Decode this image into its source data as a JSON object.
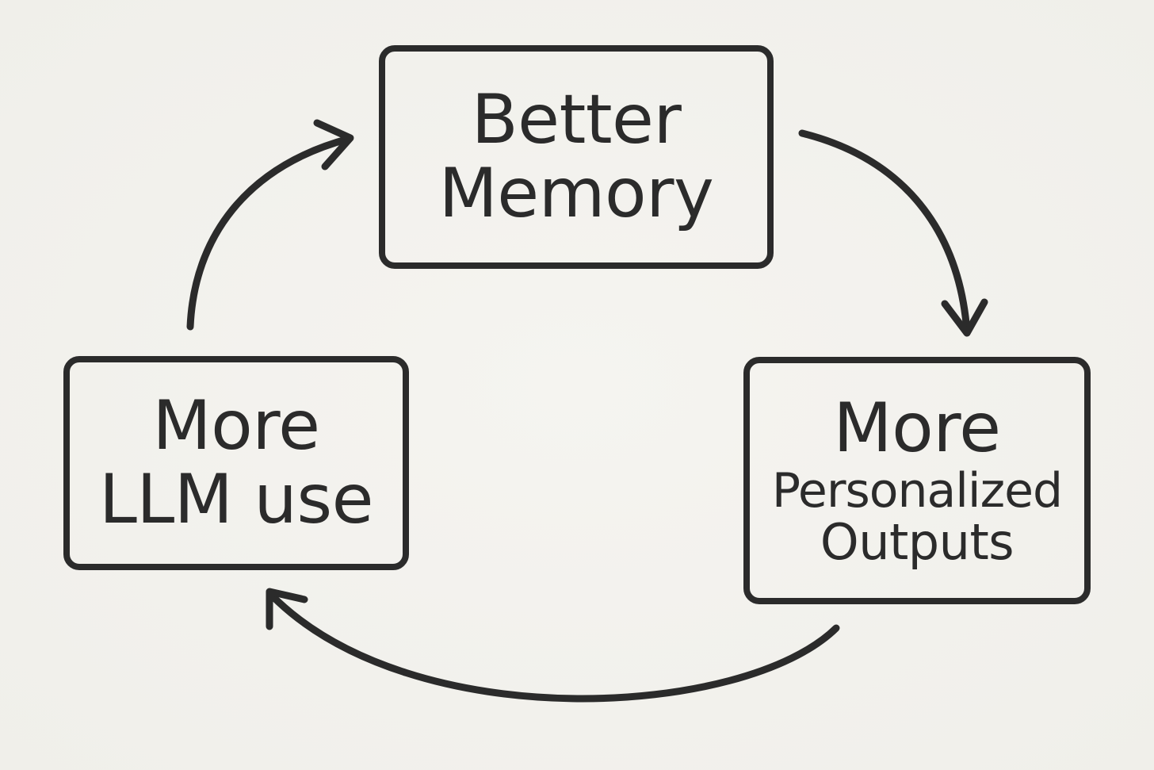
{
  "diagram": {
    "nodes": {
      "better_memory": {
        "line1": "Better",
        "line2": "Memory"
      },
      "more_llm_use": {
        "line1": "More",
        "line2": "LLM use"
      },
      "more_personalized_outputs": {
        "line1": "More",
        "line2": "Personalized",
        "line3": "Outputs"
      }
    },
    "colors": {
      "background": "#f3f2ee",
      "stroke": "#2b2b2b"
    }
  }
}
